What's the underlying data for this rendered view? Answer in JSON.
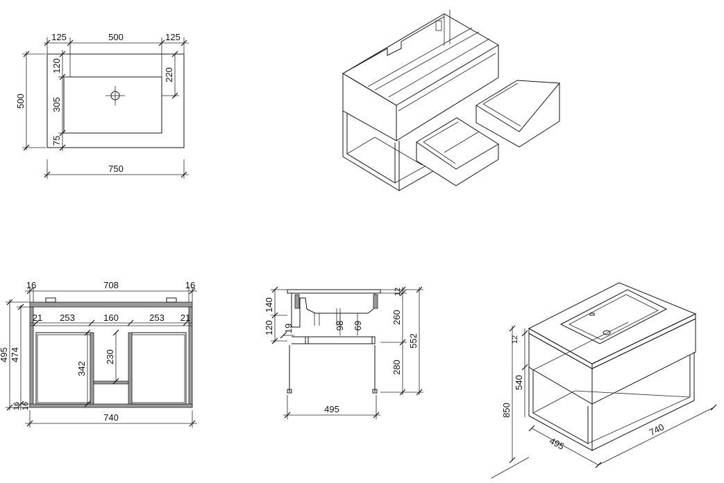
{
  "drawings": {
    "top_view": {
      "width_parts": [
        "125",
        "500",
        "125"
      ],
      "depth_parts": [
        "120",
        "305",
        "75"
      ],
      "total_depth": "500",
      "total_width": "750",
      "drain_offset": "220"
    },
    "front_section": {
      "top_parts": [
        "16",
        "708",
        "16"
      ],
      "inner_parts": [
        "21",
        "253",
        "160",
        "253",
        "21"
      ],
      "total_height": "495",
      "inner_height": "474",
      "drawer_height": "342",
      "shelf_height": "230",
      "bottom_parts": [
        "16",
        "16"
      ],
      "total_width": "740"
    },
    "side_section": {
      "left_dims": [
        "140",
        "120"
      ],
      "inner_dims": [
        "19",
        "98",
        "69"
      ],
      "right_dims": [
        "12",
        "260",
        "280"
      ],
      "total_height": "552",
      "total_depth": "495"
    },
    "assembled_view": {
      "top_thickness": "12",
      "cabinet_height": "540",
      "total_height": "850",
      "depth": "495",
      "width": "740"
    }
  }
}
